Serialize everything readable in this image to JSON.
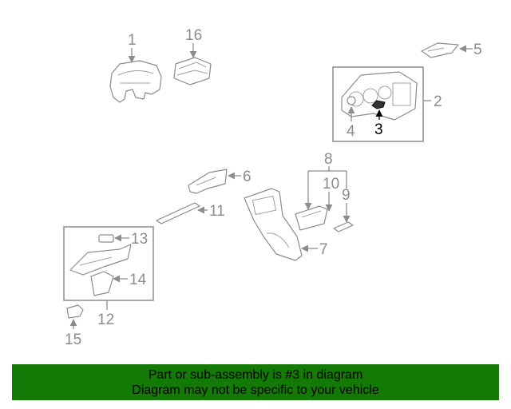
{
  "callouts": {
    "c1": "1",
    "c2": "2",
    "c3": "3",
    "c4": "4",
    "c5": "5",
    "c6": "6",
    "c7": "7",
    "c8": "8",
    "c9": "9",
    "c10": "10",
    "c11": "11",
    "c12": "12",
    "c13": "13",
    "c14": "14",
    "c15": "15",
    "c16": "16"
  },
  "highlighted_part": "3",
  "colors": {
    "line": "#8c8c8c",
    "highlight": "#000000",
    "banner_background": "#137a06"
  },
  "banner": {
    "line1": "Part or sub-assembly is #3 in diagram",
    "line2": "Diagram may not be specific to your vehicle"
  }
}
